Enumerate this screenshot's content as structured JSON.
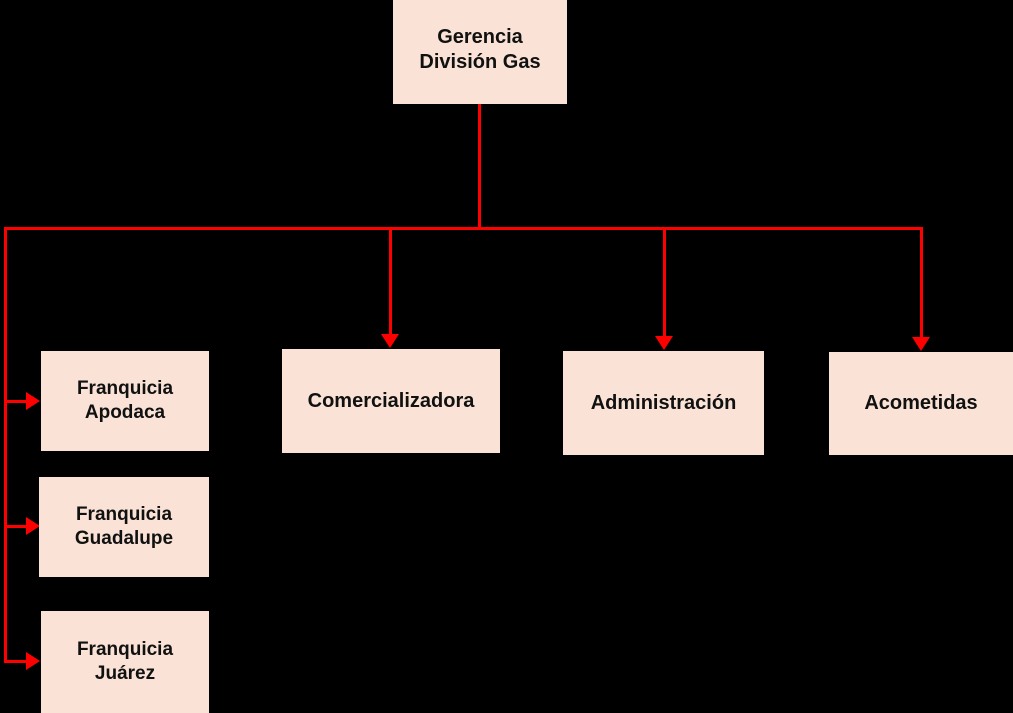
{
  "diagram": {
    "type": "organizational-chart",
    "title": "Gerencia División Gas",
    "background_color": "#000000",
    "node_fill_color": "#FAE3D6",
    "node_text_color": "#111111",
    "connector_color": "#FF0000",
    "root": {
      "id": "gerencia-division-gas",
      "label": "Gerencia\nDivisión Gas"
    },
    "branches": [
      {
        "id": "comercializadora",
        "label": "Comercializadora"
      },
      {
        "id": "administracion",
        "label": "Administración"
      },
      {
        "id": "acometidas",
        "label": "Acometidas"
      }
    ],
    "franchises": [
      {
        "id": "franquicia-apodaca",
        "label": "Franquicia\nApodaca"
      },
      {
        "id": "franquicia-guadalupe",
        "label": "Franquicia\nGuadalupe"
      },
      {
        "id": "franquicia-juarez",
        "label": "Franquicia\nJuárez"
      }
    ]
  }
}
